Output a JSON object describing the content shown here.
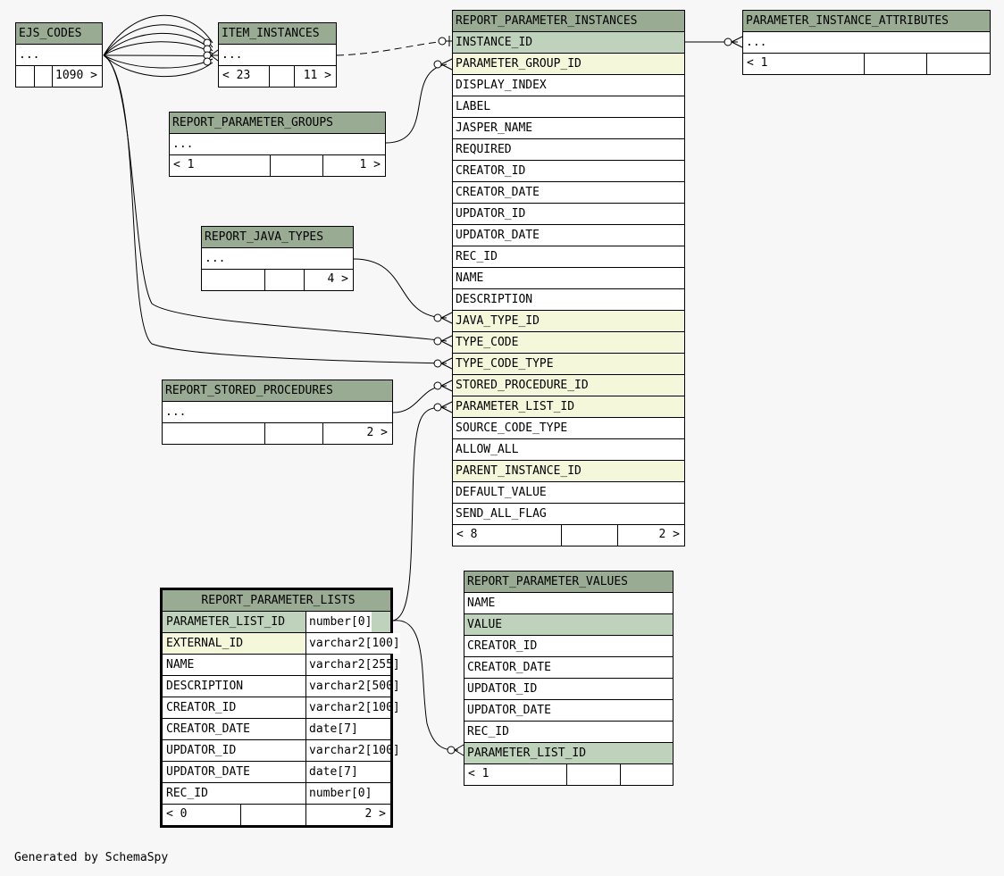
{
  "credit": "Generated by SchemaSpy",
  "tables": {
    "ejs_codes": {
      "name": "EJS_CODES",
      "cols": [
        "..."
      ],
      "foot": [
        "",
        "",
        "1090 >"
      ]
    },
    "item_instances": {
      "name": "ITEM_INSTANCES",
      "cols": [
        "..."
      ],
      "foot": [
        "< 23",
        "",
        "11 >"
      ]
    },
    "report_parameter_groups": {
      "name": "REPORT_PARAMETER_GROUPS",
      "cols": [
        "..."
      ],
      "foot": [
        "< 1",
        "",
        "1 >"
      ]
    },
    "report_java_types": {
      "name": "REPORT_JAVA_TYPES",
      "cols": [
        "..."
      ],
      "foot": [
        "",
        "",
        "4 >"
      ]
    },
    "report_stored_procedures": {
      "name": "REPORT_STORED_PROCEDURES",
      "cols": [
        "..."
      ],
      "foot": [
        "",
        "",
        "2 >"
      ]
    },
    "parameter_instance_attributes": {
      "name": "PARAMETER_INSTANCE_ATTRIBUTES",
      "cols": [
        "..."
      ],
      "foot": [
        "< 1",
        "",
        ""
      ]
    },
    "report_parameter_instances": {
      "name": "REPORT_PARAMETER_INSTANCES",
      "cols": [
        "INSTANCE_ID",
        "PARAMETER_GROUP_ID",
        "DISPLAY_INDEX",
        "LABEL",
        "JASPER_NAME",
        "REQUIRED",
        "CREATOR_ID",
        "CREATOR_DATE",
        "UPDATOR_ID",
        "UPDATOR_DATE",
        "REC_ID",
        "NAME",
        "DESCRIPTION",
        "JAVA_TYPE_ID",
        "TYPE_CODE",
        "TYPE_CODE_TYPE",
        "STORED_PROCEDURE_ID",
        "PARAMETER_LIST_ID",
        "SOURCE_CODE_TYPE",
        "ALLOW_ALL",
        "PARENT_INSTANCE_ID",
        "DEFAULT_VALUE",
        "SEND_ALL_FLAG"
      ],
      "foot": [
        "< 8",
        "",
        "2 >"
      ]
    },
    "report_parameter_values": {
      "name": "REPORT_PARAMETER_VALUES",
      "cols": [
        "NAME",
        "VALUE",
        "CREATOR_ID",
        "CREATOR_DATE",
        "UPDATOR_ID",
        "UPDATOR_DATE",
        "REC_ID",
        "PARAMETER_LIST_ID"
      ],
      "foot": [
        "< 1",
        "",
        ""
      ]
    },
    "report_parameter_lists": {
      "name": "REPORT_PARAMETER_LISTS",
      "cols": [
        "PARAMETER_LIST_ID",
        "EXTERNAL_ID",
        "NAME",
        "DESCRIPTION",
        "CREATOR_ID",
        "CREATOR_DATE",
        "UPDATOR_ID",
        "UPDATOR_DATE",
        "REC_ID"
      ],
      "types": [
        "number[0]",
        "varchar2[100]",
        "varchar2[255]",
        "varchar2[500]",
        "varchar2[100]",
        "date[7]",
        "varchar2[100]",
        "date[7]",
        "number[0]"
      ],
      "foot": [
        "< 0",
        "",
        "2 >"
      ]
    }
  }
}
